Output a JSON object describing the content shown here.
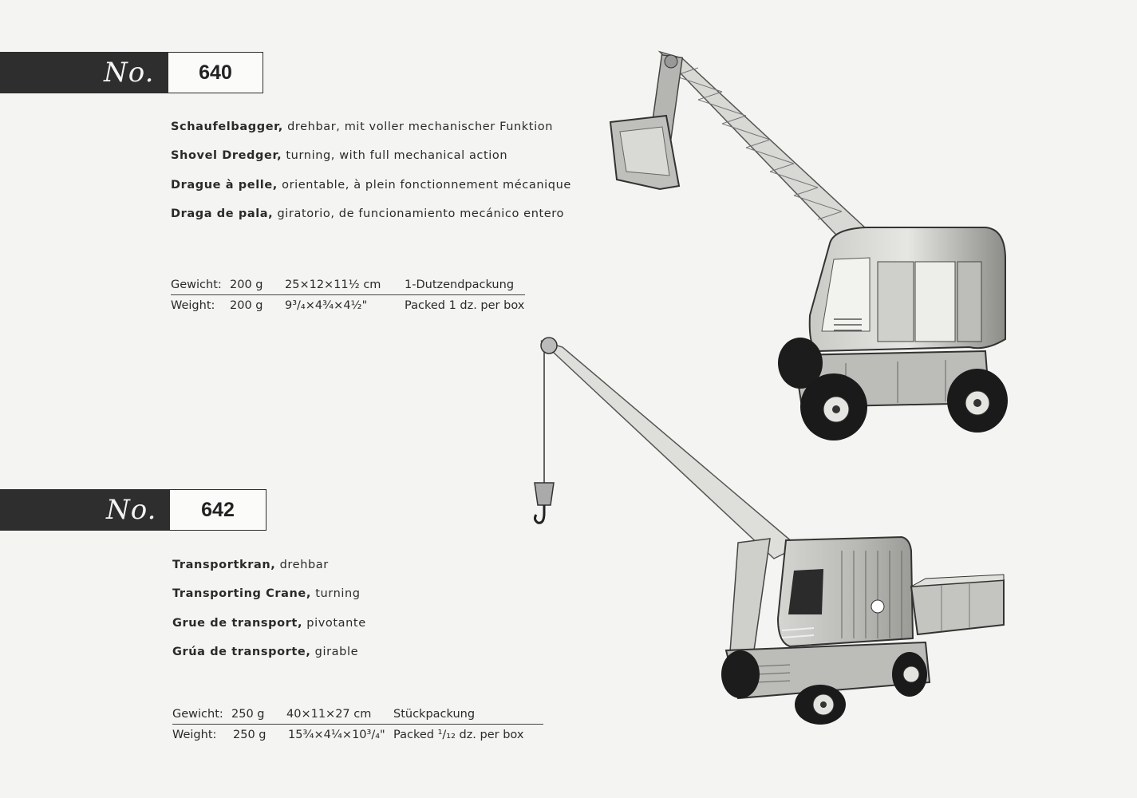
{
  "items": [
    {
      "no_label": "No.",
      "number": "640",
      "descriptions": [
        {
          "name": "Schaufelbagger,",
          "text": " drehbar, mit voller mechanischer Funktion"
        },
        {
          "name": "Shovel Dredger,",
          "text": " turning, with full mechanical action"
        },
        {
          "name": "Drague à pelle,",
          "text": " orientable, à plein fonctionnement mécanique"
        },
        {
          "name": "Draga de pala,",
          "text": " giratorio, de funcionamiento mecánico entero"
        }
      ],
      "specs": [
        {
          "label": "Gewicht:",
          "weight": "200 g",
          "size": "25×12×11½ cm",
          "pack": "1-Dutzendpackung"
        },
        {
          "label": "Weight:",
          "weight": "200 g",
          "size": "9³/₄×4¾×4½\"",
          "pack": "Packed 1 dz. per box"
        }
      ]
    },
    {
      "no_label": "No.",
      "number": "642",
      "descriptions": [
        {
          "name": "Transportkran,",
          "text": " drehbar"
        },
        {
          "name": "Transporting Crane,",
          "text": " turning"
        },
        {
          "name": "Grue de transport,",
          "text": " pivotante"
        },
        {
          "name": "Grúa de transporte,",
          "text": " girable"
        }
      ],
      "specs": [
        {
          "label": "Gewicht:",
          "weight": "250 g",
          "size": "40×11×27 cm",
          "pack": "Stückpackung"
        },
        {
          "label": "Weight:",
          "weight": "250 g",
          "size": "15¾×4¼×10³/₄\"",
          "pack": "Packed ¹/₁₂ dz. per box"
        }
      ]
    }
  ]
}
